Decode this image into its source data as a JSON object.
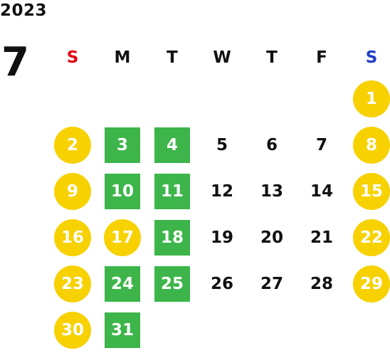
{
  "calendar": {
    "year": "2023",
    "month": "7",
    "weekdays": [
      {
        "label": "S",
        "color": "#e60012"
      },
      {
        "label": "M",
        "color": "#111111"
      },
      {
        "label": "T",
        "color": "#111111"
      },
      {
        "label": "W",
        "color": "#111111"
      },
      {
        "label": "T",
        "color": "#111111"
      },
      {
        "label": "F",
        "color": "#111111"
      },
      {
        "label": "S",
        "color": "#1f3cc8"
      }
    ],
    "colors": {
      "holiday_circle": "#f7d100",
      "highlight_square": "#3db54a"
    },
    "weeks": [
      [
        null,
        null,
        null,
        null,
        null,
        null,
        {
          "d": "1",
          "style": "circle"
        }
      ],
      [
        {
          "d": "2",
          "style": "circle"
        },
        {
          "d": "3",
          "style": "square"
        },
        {
          "d": "4",
          "style": "square"
        },
        {
          "d": "5",
          "style": "plain"
        },
        {
          "d": "6",
          "style": "plain"
        },
        {
          "d": "7",
          "style": "plain"
        },
        {
          "d": "8",
          "style": "circle"
        }
      ],
      [
        {
          "d": "9",
          "style": "circle"
        },
        {
          "d": "10",
          "style": "square"
        },
        {
          "d": "11",
          "style": "square"
        },
        {
          "d": "12",
          "style": "plain"
        },
        {
          "d": "13",
          "style": "plain"
        },
        {
          "d": "14",
          "style": "plain"
        },
        {
          "d": "15",
          "style": "circle"
        }
      ],
      [
        {
          "d": "16",
          "style": "circle"
        },
        {
          "d": "17",
          "style": "circle"
        },
        {
          "d": "18",
          "style": "square"
        },
        {
          "d": "19",
          "style": "plain"
        },
        {
          "d": "20",
          "style": "plain"
        },
        {
          "d": "21",
          "style": "plain"
        },
        {
          "d": "22",
          "style": "circle"
        }
      ],
      [
        {
          "d": "23",
          "style": "circle"
        },
        {
          "d": "24",
          "style": "square"
        },
        {
          "d": "25",
          "style": "square"
        },
        {
          "d": "26",
          "style": "plain"
        },
        {
          "d": "27",
          "style": "plain"
        },
        {
          "d": "28",
          "style": "plain"
        },
        {
          "d": "29",
          "style": "circle"
        }
      ],
      [
        {
          "d": "30",
          "style": "circle"
        },
        {
          "d": "31",
          "style": "square"
        },
        null,
        null,
        null,
        null,
        null
      ]
    ]
  }
}
